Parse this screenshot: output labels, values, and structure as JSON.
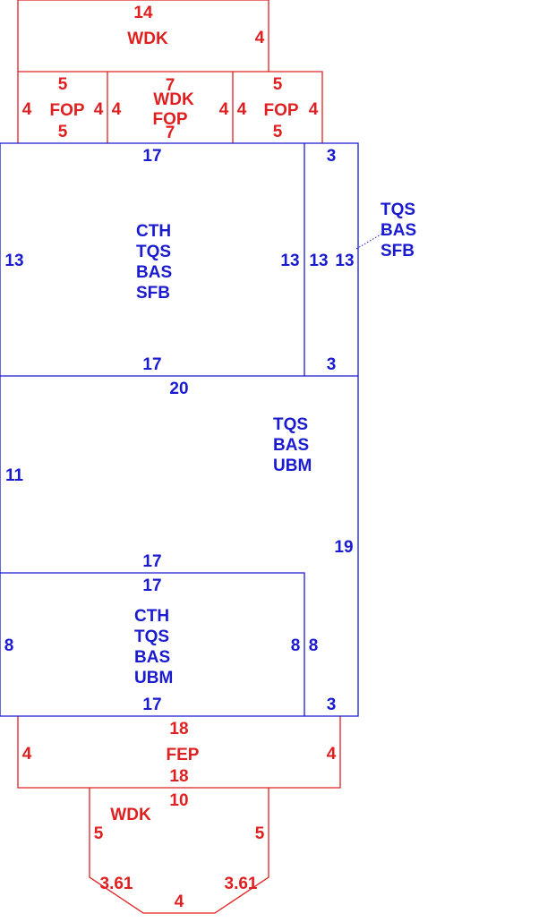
{
  "colors": {
    "exterior": "#e02020",
    "interior": "#1a1ad0"
  },
  "areas": {
    "wdk_top": {
      "codes": [
        "WDK"
      ],
      "dims": [
        "14",
        "4"
      ]
    },
    "fop_left": {
      "codes": [
        "FOP"
      ],
      "dims": [
        "5",
        "4",
        "4",
        "5"
      ]
    },
    "wdk_fop_center": {
      "codes": [
        "WDK",
        "FOP"
      ],
      "dims": [
        "7",
        "4",
        "4",
        "7"
      ]
    },
    "fop_right": {
      "codes": [
        "FOP"
      ],
      "dims": [
        "5",
        "4",
        "4",
        "5"
      ]
    },
    "main_room": {
      "codes": [
        "CTH",
        "TQS",
        "BAS",
        "SFB"
      ],
      "dims": [
        "17",
        "13",
        "13",
        "17"
      ]
    },
    "narrow_room": {
      "codes": [
        "TQS",
        "BAS",
        "SFB"
      ],
      "dims": [
        "3",
        "13",
        "13",
        "3"
      ]
    },
    "middle_room": {
      "codes": [
        "TQS",
        "BAS",
        "UBM"
      ],
      "dims": [
        "20",
        "11",
        "19",
        "17",
        "3"
      ]
    },
    "lower_room": {
      "codes": [
        "CTH",
        "TQS",
        "BAS",
        "UBM"
      ],
      "dims": [
        "17",
        "8",
        "8",
        "17",
        "8"
      ]
    },
    "fep": {
      "codes": [
        "FEP"
      ],
      "dims": [
        "18",
        "4",
        "4",
        "18"
      ]
    },
    "wdk_bottom": {
      "codes": [
        "WDK"
      ],
      "dims": [
        "10",
        "5",
        "5",
        "3.61",
        "3.61",
        "4"
      ]
    }
  }
}
